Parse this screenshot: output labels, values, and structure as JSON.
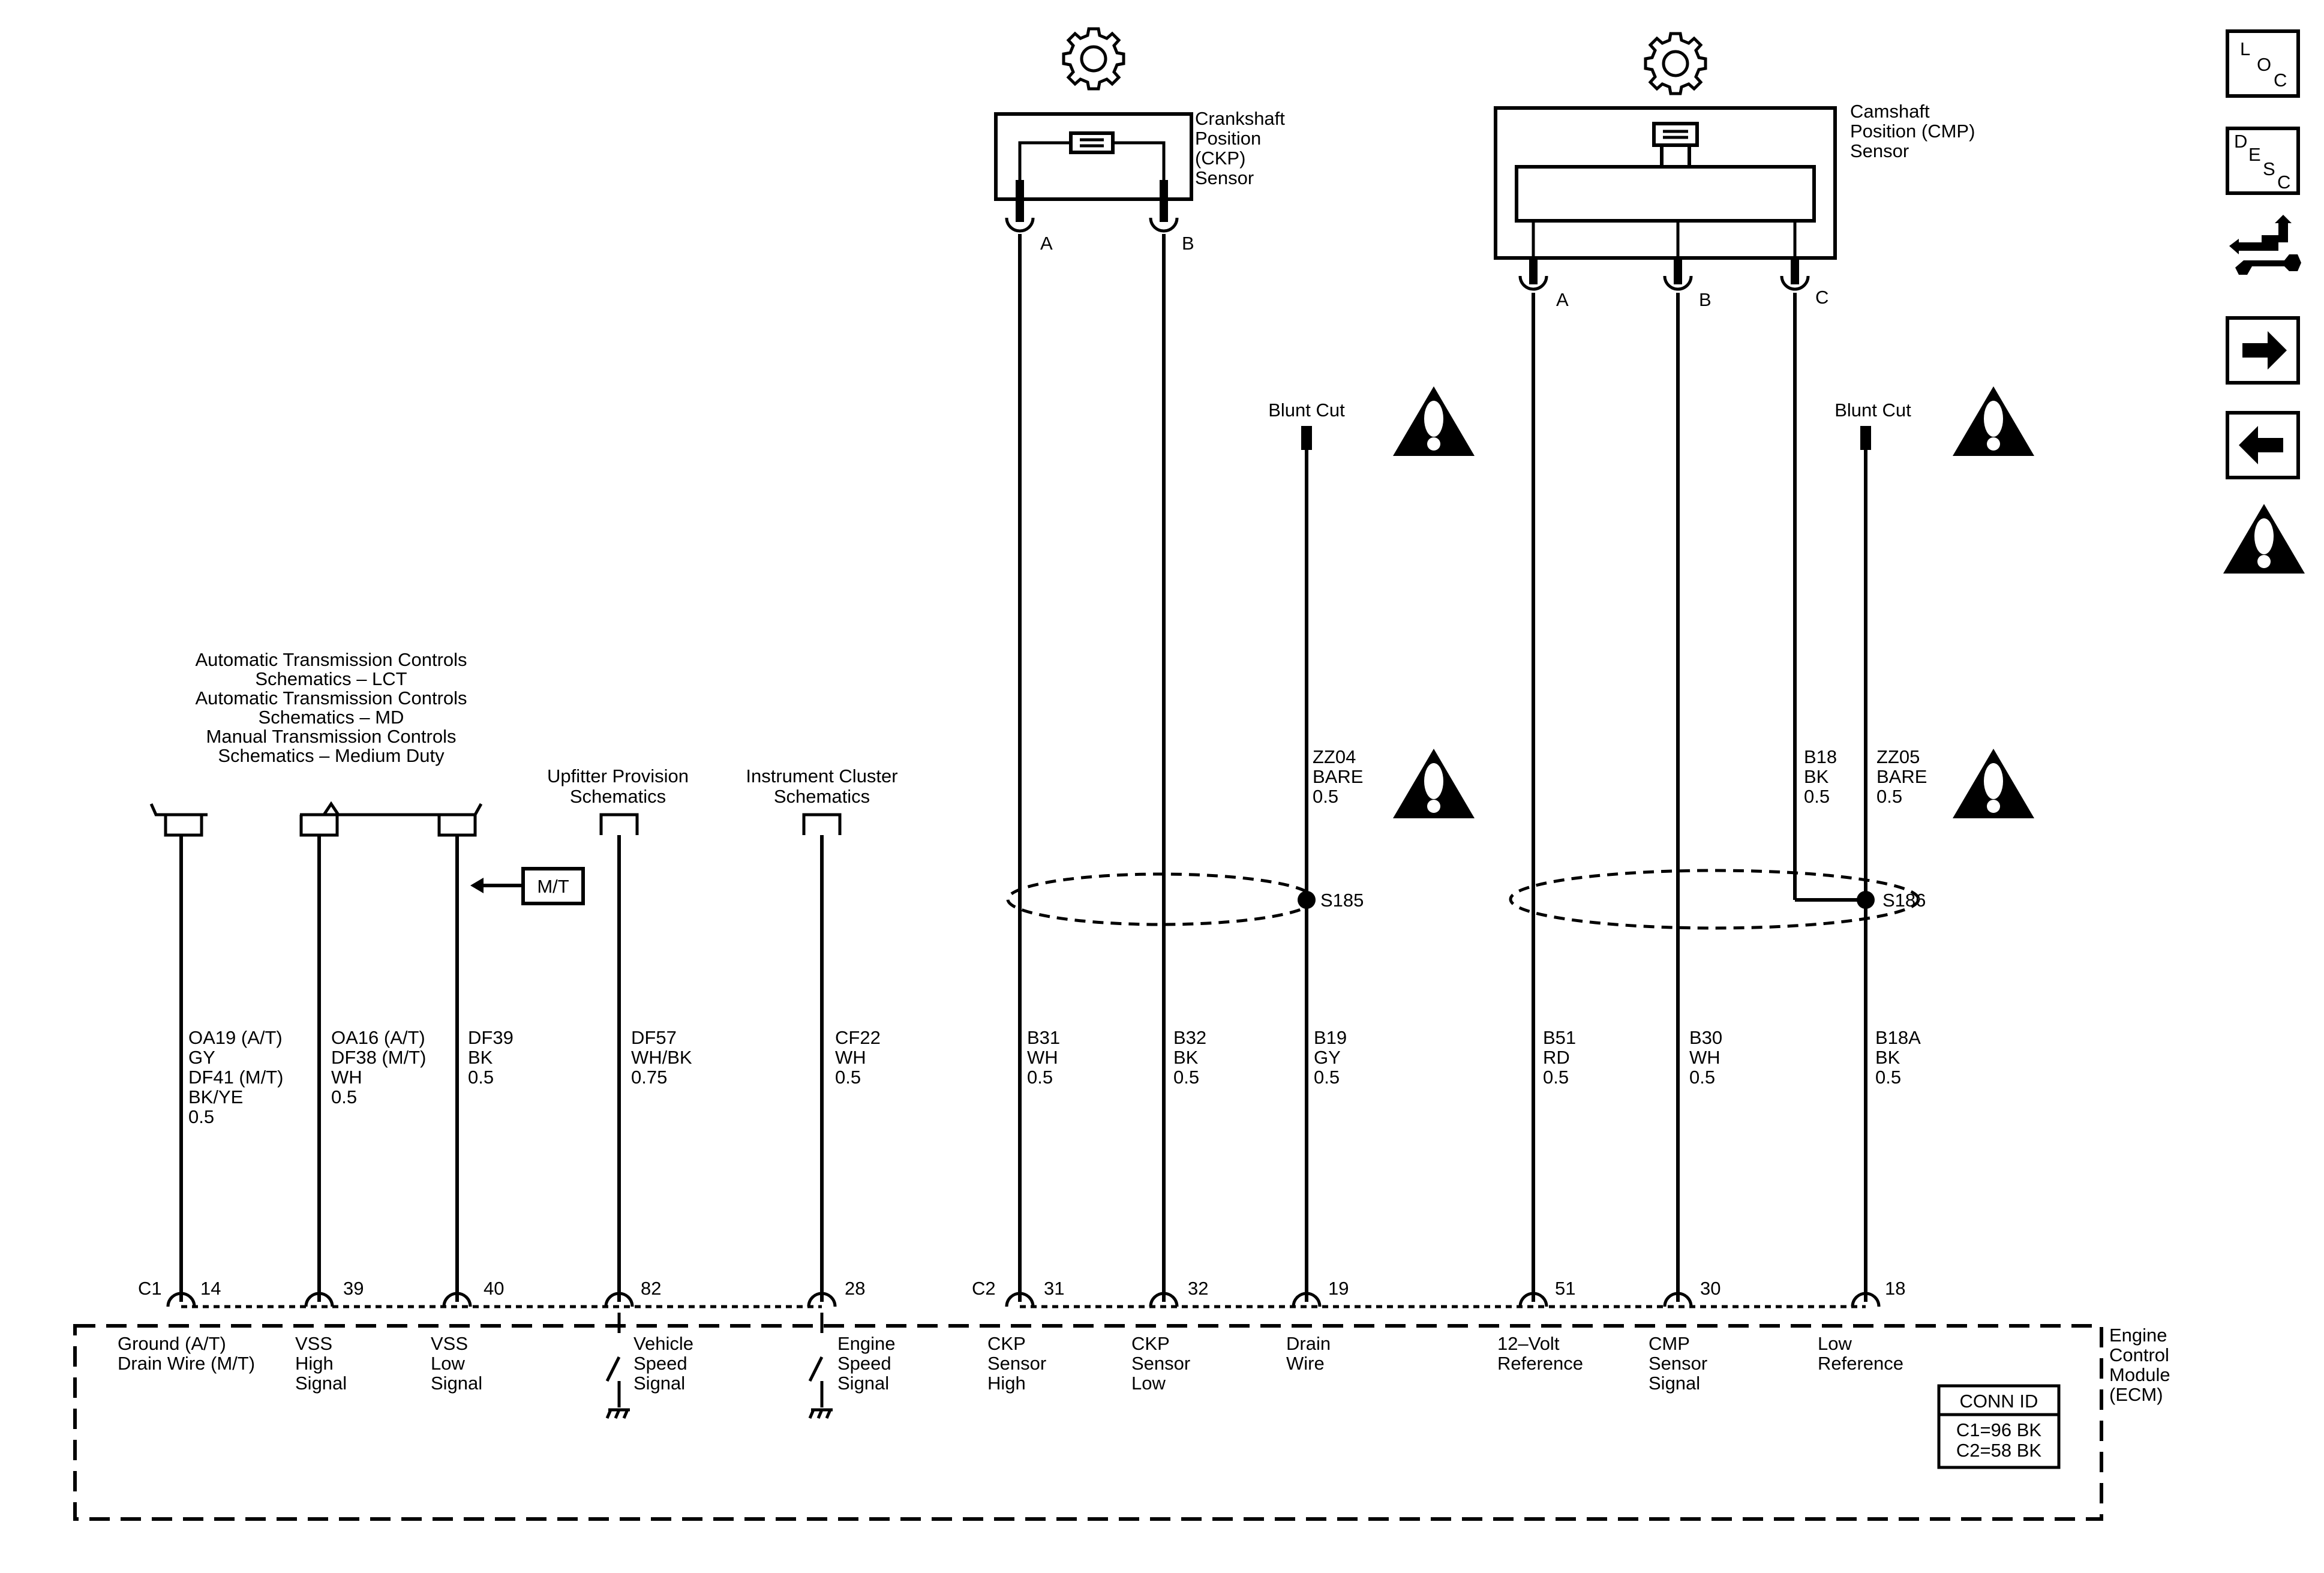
{
  "components": {
    "ckp_sensor": {
      "name": "Crankshaft\nPosition\n(CKP)\nSensor",
      "pins": [
        "A",
        "B"
      ]
    },
    "cmp_sensor": {
      "name": "Camshaft\nPosition (CMP)\nSensor",
      "pins": [
        "A",
        "B",
        "C"
      ]
    },
    "ecm": {
      "name": "Engine\nControl\nModule\n(ECM)"
    }
  },
  "references": {
    "trans": "Automatic Transmission Controls\nSchematics – LCT\nAutomatic Transmission Controls\nSchematics – MD\nManual Transmission Controls\nSchematics – Medium Duty",
    "upfitter": "Upfitter Provision\nSchematics",
    "cluster": "Instrument Cluster\nSchematics"
  },
  "mt_tag": "M/T",
  "blunt_cut": "Blunt Cut",
  "drain_labels": {
    "zz04": "ZZ04\nBARE\n0.5",
    "zz05": "ZZ05\nBARE\n0.5",
    "b18": "B18\nBK\n0.5"
  },
  "splices": {
    "s185": "S185",
    "s186": "S186"
  },
  "connectors": {
    "c1": "C1",
    "c2": "C2"
  },
  "wires": {
    "w1": "OA19 (A/T)\nGY\nDF41 (M/T)\nBK/YE\n0.5",
    "w2": "OA16 (A/T)\nDF38 (M/T)\nWH\n0.5",
    "w3": "DF39\nBK\n0.5",
    "w4": "DF57\nWH/BK\n0.75",
    "w5": "CF22\nWH\n0.5",
    "w6": "B31\nWH\n0.5",
    "w7": "B32\nBK\n0.5",
    "w8": "B19\nGY\n0.5",
    "w9": "B51\nRD\n0.5",
    "w10": "B30\nWH\n0.5",
    "w11": "B18A\nBK\n0.5"
  },
  "ecm_pins": {
    "p1": "14",
    "p2": "39",
    "p3": "40",
    "p4": "82",
    "p5": "28",
    "p6": "31",
    "p7": "32",
    "p8": "19",
    "p9": "51",
    "p10": "30",
    "p11": "18"
  },
  "ecm_functions": {
    "f1": "Ground (A/T)\nDrain Wire (M/T)",
    "f2": "VSS\nHigh\nSignal",
    "f3": "VSS\nLow\nSignal",
    "f4": "Vehicle\nSpeed\nSignal",
    "f5": "Engine\nSpeed\nSignal",
    "f6": "CKP\nSensor\nHigh",
    "f7": "CKP\nSensor\nLow",
    "f8": "Drain\nWire",
    "f9": "12–Volt\nReference",
    "f10": "CMP\nSensor\nSignal",
    "f11": "Low\nReference"
  },
  "conn_id": {
    "title": "CONN ID",
    "c1": "C1=96 BK",
    "c2": "C2=58 BK"
  },
  "side_icons": {
    "loc": [
      "L",
      "O",
      "C"
    ],
    "desc": [
      "D",
      "E",
      "S",
      "C"
    ]
  }
}
